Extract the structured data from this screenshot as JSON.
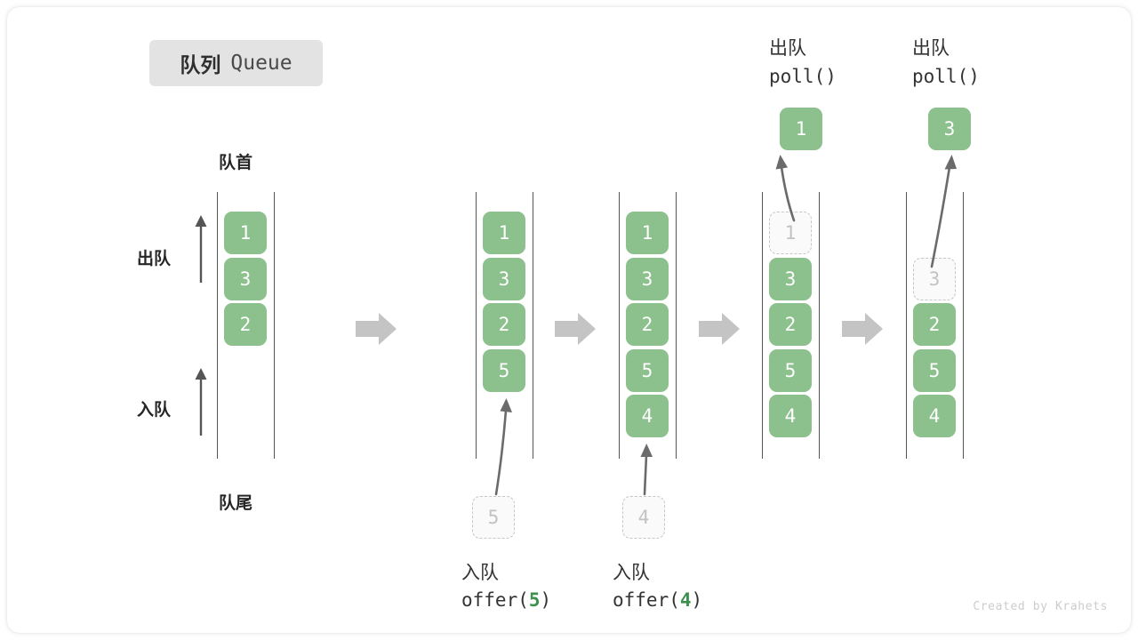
{
  "title": {
    "cn": "队列",
    "en": "Queue"
  },
  "labels": {
    "front": "队首",
    "rear": "队尾",
    "dequeue_side": "出队",
    "enqueue_side": "入队"
  },
  "watermark": "Created by Krahets",
  "colors": {
    "cell_fill": "#8cc08c",
    "cell_text": "#ffffff",
    "ghost_border": "#c6c6c6",
    "ghost_text": "#c2c2c2",
    "rail": "#555555",
    "flow_arrow": "#c4c4c4",
    "accent_green": "#3f8f4f",
    "chip_bg": "#e3e3e3"
  },
  "operations": [
    {
      "id": "offer5",
      "cn": "入队",
      "code_pre": "offer(",
      "code_arg": "5",
      "code_post": ")"
    },
    {
      "id": "offer4",
      "cn": "入队",
      "code_pre": "offer(",
      "code_arg": "4",
      "code_post": ")"
    },
    {
      "id": "poll1",
      "cn": "出队",
      "code_pre": "poll(",
      "code_arg": "",
      "code_post": ")"
    },
    {
      "id": "poll2",
      "cn": "出队",
      "code_pre": "poll(",
      "code_arg": "",
      "code_post": ")"
    }
  ],
  "columns": [
    {
      "id": "state-0",
      "cells": [
        {
          "value": "1",
          "state": "filled",
          "slot": 0
        },
        {
          "value": "3",
          "state": "filled",
          "slot": 1
        },
        {
          "value": "2",
          "state": "filled",
          "slot": 2
        }
      ]
    },
    {
      "id": "state-1",
      "cells": [
        {
          "value": "1",
          "state": "filled",
          "slot": 0
        },
        {
          "value": "3",
          "state": "filled",
          "slot": 1
        },
        {
          "value": "2",
          "state": "filled",
          "slot": 2
        },
        {
          "value": "5",
          "state": "filled",
          "slot": 3
        }
      ]
    },
    {
      "id": "state-2",
      "cells": [
        {
          "value": "1",
          "state": "filled",
          "slot": 0
        },
        {
          "value": "3",
          "state": "filled",
          "slot": 1
        },
        {
          "value": "2",
          "state": "filled",
          "slot": 2
        },
        {
          "value": "5",
          "state": "filled",
          "slot": 3
        },
        {
          "value": "4",
          "state": "filled",
          "slot": 4
        }
      ]
    },
    {
      "id": "state-3",
      "cells": [
        {
          "value": "1",
          "state": "ghost",
          "slot": 0
        },
        {
          "value": "3",
          "state": "filled",
          "slot": 1
        },
        {
          "value": "2",
          "state": "filled",
          "slot": 2
        },
        {
          "value": "5",
          "state": "filled",
          "slot": 3
        },
        {
          "value": "4",
          "state": "filled",
          "slot": 4
        }
      ]
    },
    {
      "id": "state-4",
      "cells": [
        {
          "value": "3",
          "state": "ghost",
          "slot": 1
        },
        {
          "value": "2",
          "state": "filled",
          "slot": 2
        },
        {
          "value": "5",
          "state": "filled",
          "slot": 3
        },
        {
          "value": "4",
          "state": "filled",
          "slot": 4
        }
      ]
    }
  ],
  "pending": [
    {
      "id": "pending-5",
      "value": "5"
    },
    {
      "id": "pending-4",
      "value": "4"
    }
  ],
  "popped": [
    {
      "id": "popped-1",
      "value": "1"
    },
    {
      "id": "popped-3",
      "value": "3"
    }
  ]
}
